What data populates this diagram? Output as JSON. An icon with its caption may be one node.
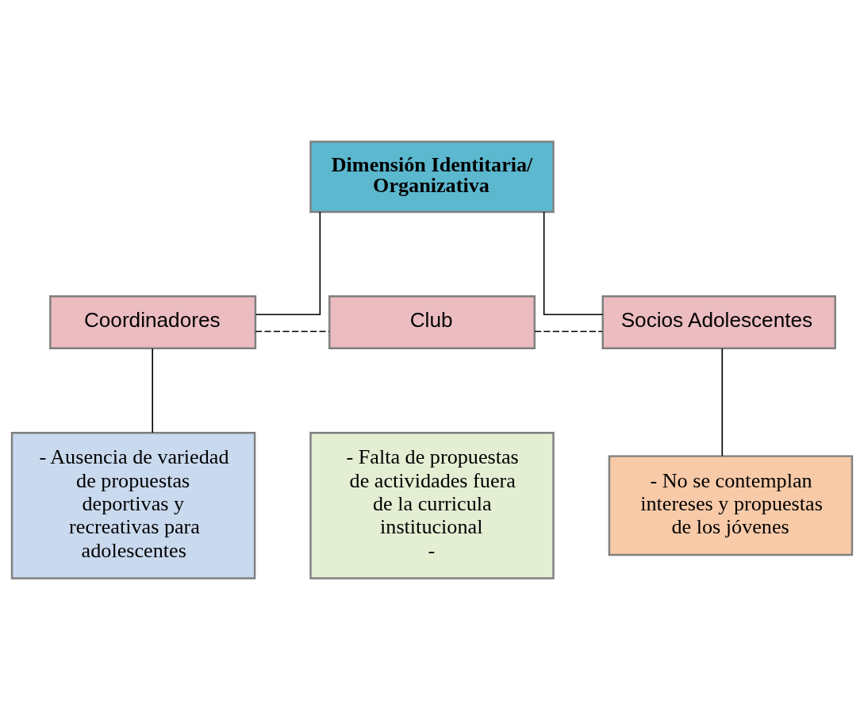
{
  "diagram": {
    "nodes": [
      {
        "text": [
          "Dimensión Identitaria/Organizativa"
        ]
      },
      {
        "text": [
          "Coordinadores"
        ]
      },
      {
        "text": [
          "Club"
        ]
      },
      {
        "text": [
          "Socios Adolescentes"
        ]
      },
      {
        "text": [
          "- Ausencia de variedad de propuestas deportivas y recreativas para adolescentes"
        ]
      },
      {
        "text": [
          "- Falta de propuestas de actividades fuera de la curricula institucional",
          "-"
        ]
      },
      {
        "text": [
          "- No se contemplan intereses y propuestas de los jóvenes"
        ]
      }
    ],
    "edges": [
      {
        "from": 0,
        "to": 1,
        "arrow": "none"
      },
      {
        "from": 0,
        "to": 3,
        "arrow": "none"
      },
      {
        "from": 1,
        "to": 2,
        "arrow": "none",
        "style": "dashed"
      },
      {
        "from": 2,
        "to": 3,
        "arrow": "none",
        "style": "dashed"
      },
      {
        "from": 1,
        "to": 4,
        "arrow": "none"
      },
      {
        "from": 3,
        "to": 6,
        "arrow": "none"
      }
    ]
  }
}
